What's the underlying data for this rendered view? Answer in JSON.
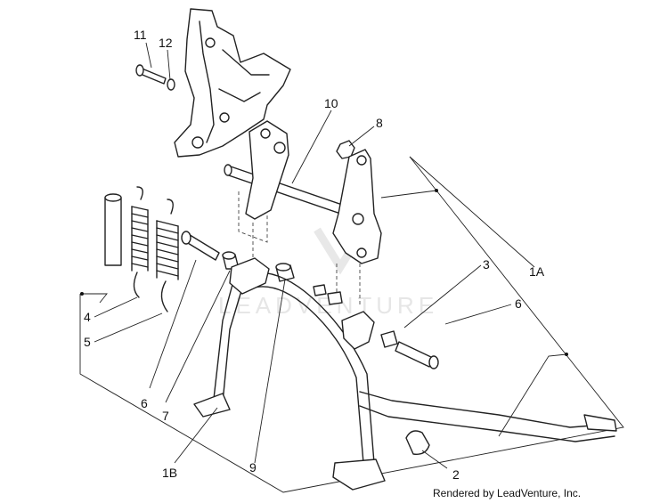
{
  "callouts": {
    "c11": "11",
    "c12": "12",
    "c10": "10",
    "c8": "8",
    "c1A": "1A",
    "c3": "3",
    "c6a": "6",
    "c4": "4",
    "c5": "5",
    "c6b": "6",
    "c7": "7",
    "c1B": "1B",
    "c9": "9",
    "c2": "2"
  },
  "watermark": "LEADVENTURE",
  "credit": "Rendered by LeadVenture, Inc."
}
